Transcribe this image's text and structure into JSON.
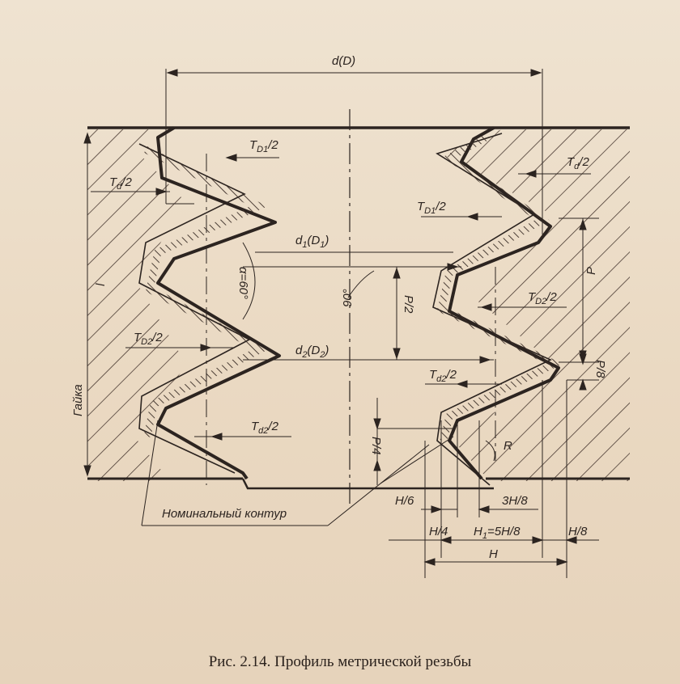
{
  "diagram": {
    "labels": {
      "d_D": "d(D)",
      "TD1_2_top": "T",
      "TD1_2_top_sub": "D1",
      "TD1_2_top_tail": "/2",
      "Td_2_left": "T",
      "Td_2_left_sub": "d",
      "Td_2_left_tail": "/2",
      "Td_2_right": "T",
      "Td_2_right_sub": "d",
      "Td_2_right_tail": "/2",
      "TD1_2_right": "T",
      "TD1_2_right_sub": "D1",
      "TD1_2_right_tail": "/2",
      "d1_D1": "d",
      "d1_D1_sub": "1",
      "d1_D1_tail": "(D",
      "d1_D1_sub2": "1",
      "d1_D1_end": ")",
      "P": "P",
      "alpha": "α=60°",
      "angle90": "90°",
      "P_2": "P/2",
      "TD2_2_right": "T",
      "TD2_2_right_sub": "D2",
      "TD2_2_right_tail": "/2",
      "TD2_2_left": "T",
      "TD2_2_left_sub": "D2",
      "TD2_2_left_tail": "/2",
      "d2_D2": "d",
      "d2_D2_sub": "2",
      "d2_D2_tail": "(D",
      "d2_D2_sub2": "2",
      "d2_D2_end": ")",
      "P_8": "P/8",
      "Td2_2_right": "T",
      "Td2_2_right_sub": "d2",
      "Td2_2_right_tail": "/2",
      "Td2_2_left": "T",
      "Td2_2_left_sub": "d2",
      "Td2_2_left_tail": "/2",
      "l": "l",
      "nut": "Гайка",
      "P_4": "P/4",
      "R": "R",
      "nominal_contour": "Номинальный контур",
      "H_6": "H/6",
      "H3_8": "3H/8",
      "H_4": "H/4",
      "H1_5H_8": "H",
      "H1_sub": "1",
      "H1_tail": "=5H/8",
      "H_8": "H/8",
      "H": "H"
    },
    "caption": "Рис. 2.14. Профиль метрической резьбы"
  },
  "colors": {
    "paper": "#efe2cf",
    "ink": "#2c2420",
    "hatch": "#4a3a32"
  }
}
